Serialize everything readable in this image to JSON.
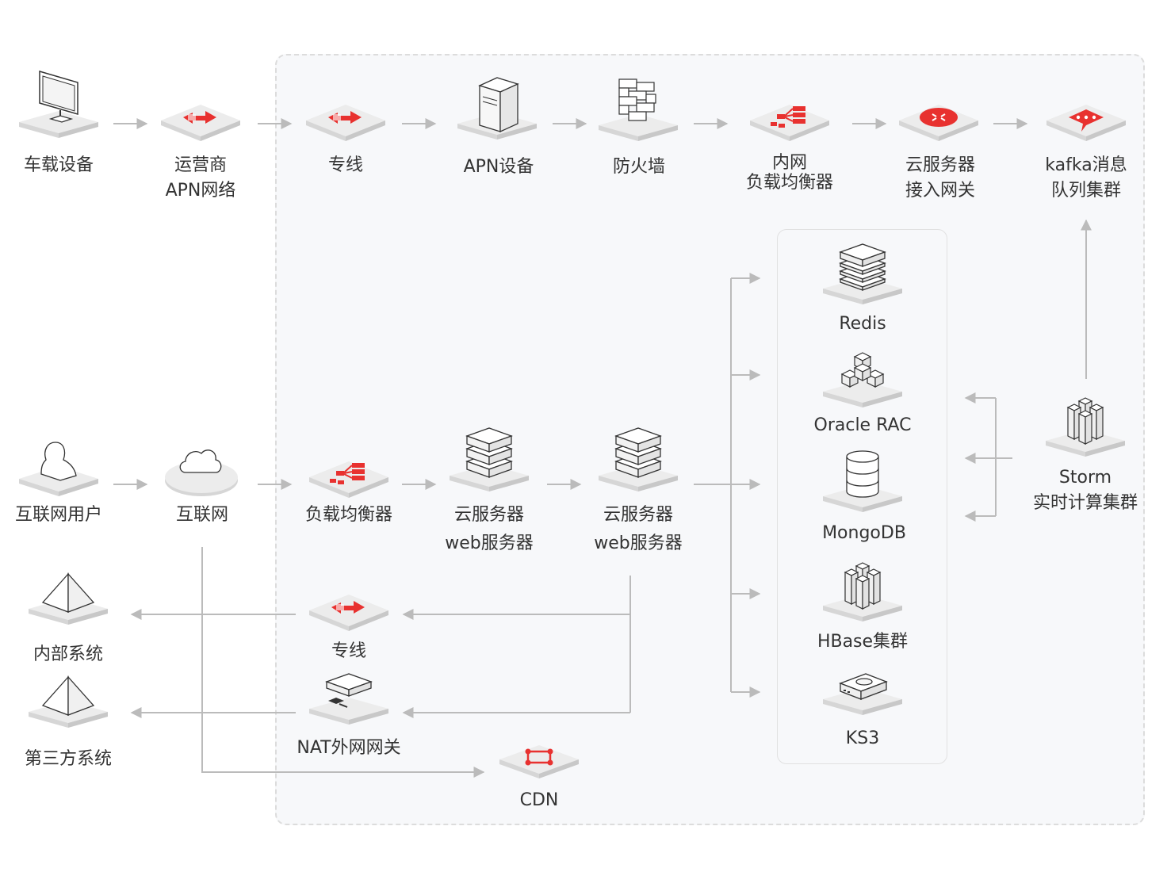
{
  "colors": {
    "accent": "#e8312f",
    "platform": "#d9d9d9",
    "platform_top": "#ececec",
    "line": "#bbbbbb",
    "region_bg": "#f7f8fa"
  },
  "nodes": {
    "vehicle_device": {
      "label": "车载设备",
      "icon": "monitor-icon"
    },
    "operator_apn": {
      "label1": "运营商",
      "label2": "APN网络",
      "icon": "network-switch-icon"
    },
    "leased_line_top": {
      "label": "专线",
      "icon": "network-switch-icon"
    },
    "apn_device": {
      "label": "APN设备",
      "icon": "server-tower-icon"
    },
    "firewall": {
      "label": "防火墙",
      "icon": "firewall-icon"
    },
    "internal_lb": {
      "label1": "内网",
      "label2": "负载均衡器",
      "icon": "load-balancer-icon"
    },
    "cloud_gateway": {
      "label1": "云服务器",
      "label2": "接入网关",
      "icon": "router-icon"
    },
    "kafka": {
      "label1": "kafka消息",
      "label2": "队列集群",
      "icon": "message-queue-icon"
    },
    "internet_user": {
      "label": "互联网用户",
      "icon": "user-icon"
    },
    "internet": {
      "label": "互联网",
      "icon": "cloud-icon"
    },
    "load_balancer": {
      "label": "负载均衡器",
      "icon": "load-balancer-icon"
    },
    "web_server_1": {
      "label1": "云服务器",
      "label2": "web服务器",
      "icon": "server-stack-icon"
    },
    "web_server_2": {
      "label1": "云服务器",
      "label2": "web服务器",
      "icon": "server-stack-icon"
    },
    "internal_system": {
      "label": "内部系统",
      "icon": "pyramid-icon"
    },
    "third_party": {
      "label": "第三方系统",
      "icon": "pyramid-icon"
    },
    "leased_line_bottom": {
      "label": "专线",
      "icon": "network-switch-icon"
    },
    "nat_gateway": {
      "label": "NAT外网网关",
      "icon": "nat-gateway-icon"
    },
    "cdn": {
      "label": "CDN",
      "icon": "cdn-icon"
    },
    "redis": {
      "label": "Redis",
      "icon": "layers-icon"
    },
    "oracle_rac": {
      "label": "Oracle RAC",
      "icon": "cubes-icon"
    },
    "mongodb": {
      "label": "MongoDB",
      "icon": "database-icon"
    },
    "hbase": {
      "label": "HBase集群",
      "icon": "cluster-icon"
    },
    "ks3": {
      "label": "KS3",
      "icon": "storage-drive-icon"
    },
    "storm": {
      "label1": "Storm",
      "label2": "实时计算集群",
      "icon": "cluster-icon"
    }
  }
}
